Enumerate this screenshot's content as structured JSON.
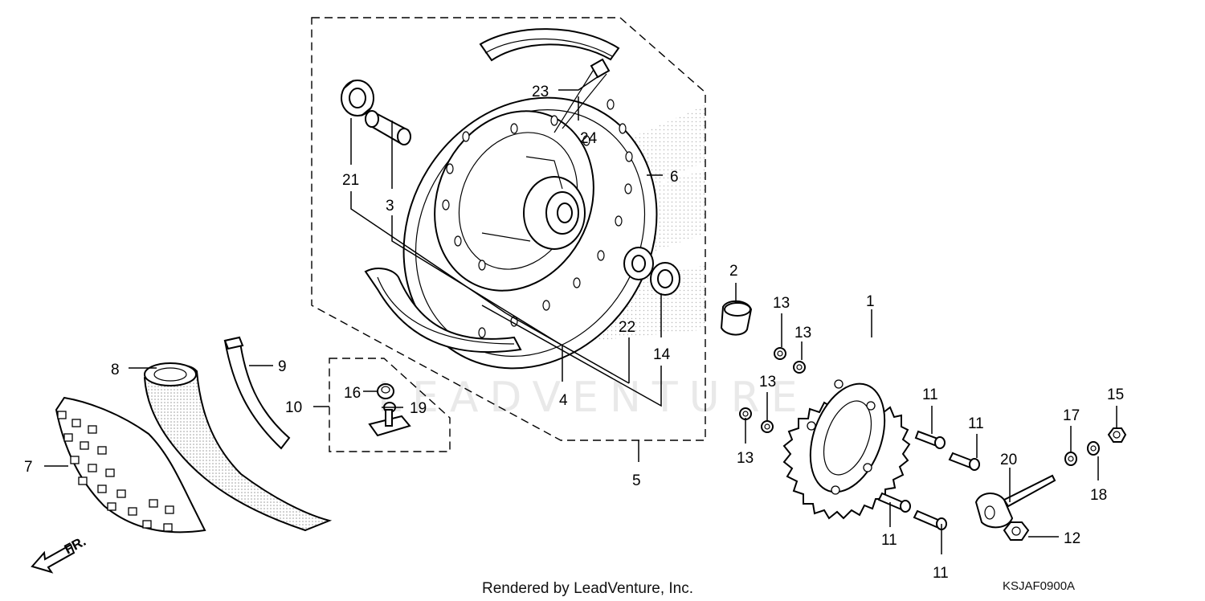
{
  "diagram": {
    "watermark": "LEADVENTURE",
    "footer": "Rendered by LeadVenture, Inc.",
    "code": "KSJAF0900A",
    "front_marker": "FR.",
    "callouts": {
      "c1": "1",
      "c2": "2",
      "c3": "3",
      "c4": "4",
      "c5": "5",
      "c6": "6",
      "c7": "7",
      "c8": "8",
      "c9": "9",
      "c10": "10",
      "c11a": "11",
      "c11b": "11",
      "c11c": "11",
      "c11d": "11",
      "c12": "12",
      "c13a": "13",
      "c13b": "13",
      "c13c": "13",
      "c13d": "13",
      "c14": "14",
      "c15": "15",
      "c16": "16",
      "c17": "17",
      "c18": "18",
      "c19": "19",
      "c20": "20",
      "c21": "21",
      "c22": "22",
      "c23": "23",
      "c24": "24"
    }
  }
}
